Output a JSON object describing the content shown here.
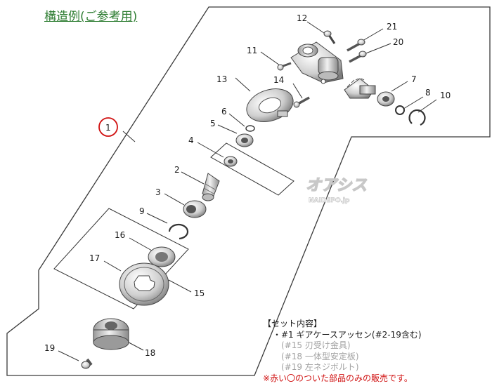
{
  "title": "構造例(ご参考用)",
  "labels": {
    "p1": "1",
    "p2": "2",
    "p3": "3",
    "p4": "4",
    "p5": "5",
    "p6": "6",
    "p7": "7",
    "p8": "8",
    "p9": "9",
    "p10": "10",
    "p11": "11",
    "p12": "12",
    "p13": "13",
    "p14": "14",
    "p15": "15",
    "p16": "16",
    "p17": "17",
    "p18": "18",
    "p19": "19",
    "p20": "20",
    "p21": "21"
  },
  "notes": {
    "heading": "【セット内容】",
    "item": "・#1 ギアケースアッセン(#2-19含む)",
    "sub1": "(#15 刃受け金具)",
    "sub2": "(#18 一体型安定板)",
    "sub3": "(#19 左ネジボルト)",
    "warning": "※赤い〇のついた部品のみの販売です。"
  },
  "watermark": {
    "logo": "オアシス",
    "url": "NAIDEPO.jp"
  },
  "colors": {
    "title": "#2e7d32",
    "highlight": "#d01010",
    "sub": "#a3a3a3",
    "line": "#333333"
  }
}
